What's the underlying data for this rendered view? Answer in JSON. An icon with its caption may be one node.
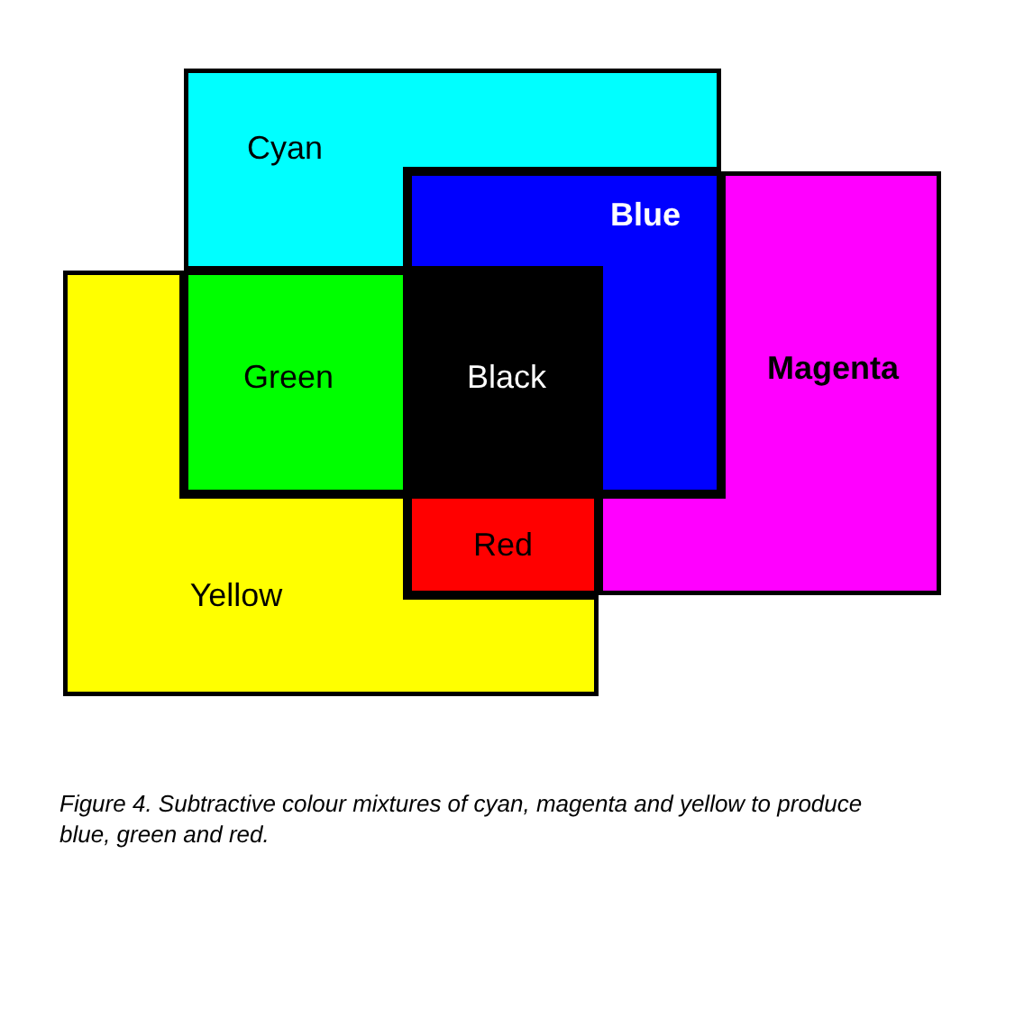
{
  "diagram": {
    "caption": "Figure 4. Subtractive colour mixtures of cyan, magenta and yellow to produce blue, green and red.",
    "nodes": [
      {
        "text": [
          "Cyan"
        ]
      },
      {
        "text": [
          "Magenta"
        ]
      },
      {
        "text": [
          "Yellow"
        ]
      },
      {
        "text": [
          "Blue"
        ]
      },
      {
        "text": [
          "Green"
        ]
      },
      {
        "text": [
          "Black"
        ]
      },
      {
        "text": [
          "Red"
        ]
      }
    ],
    "edges": []
  }
}
